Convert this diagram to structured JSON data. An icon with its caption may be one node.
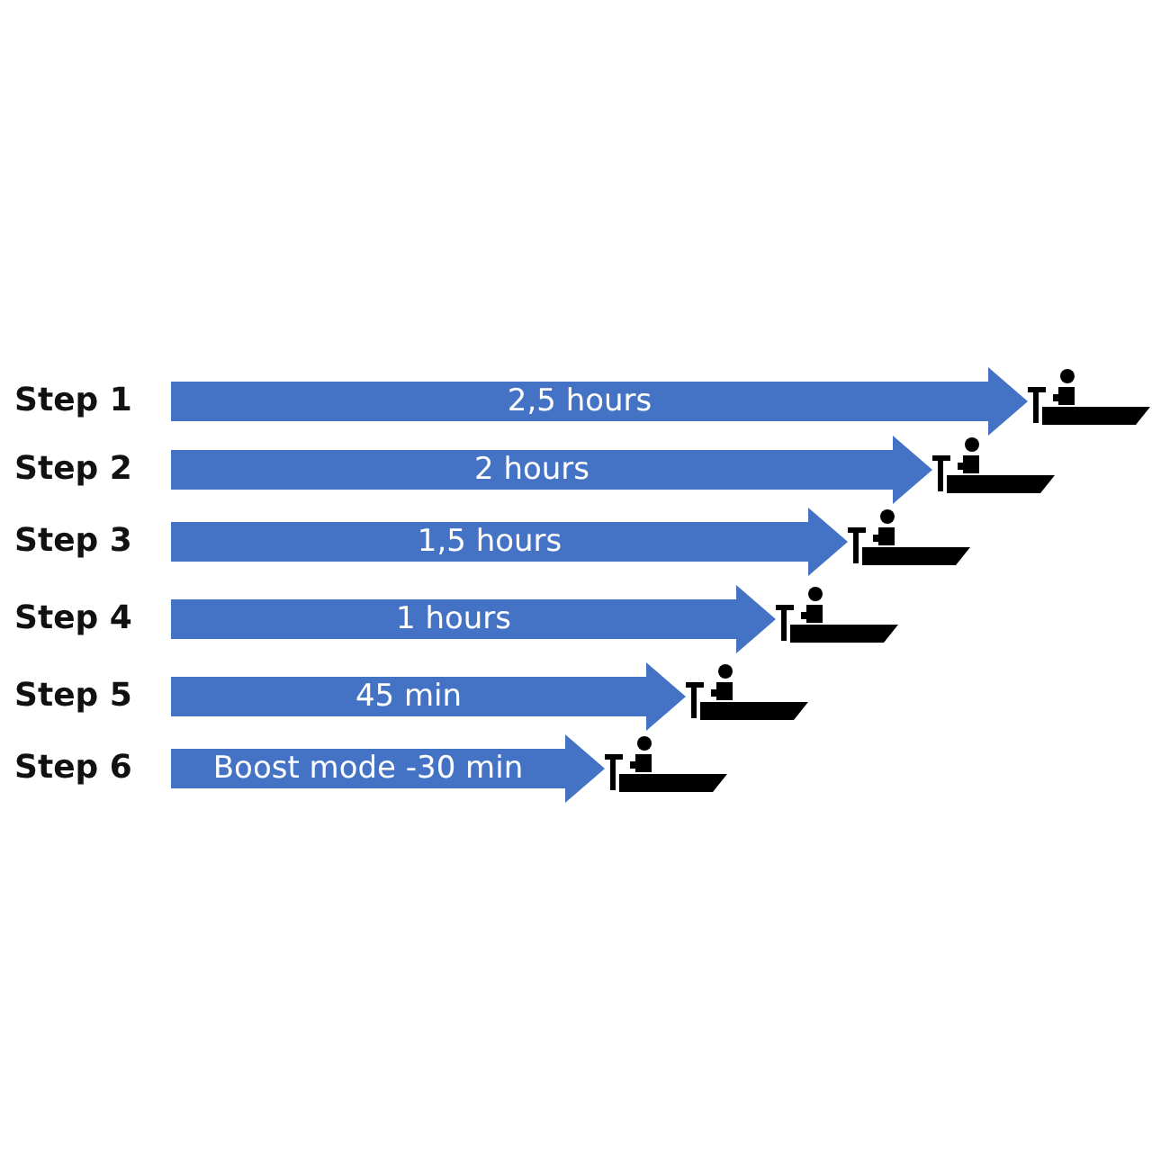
{
  "diagram": {
    "nodes": [
      {
        "text": [],
        "shape": "picture"
      },
      {
        "text": [],
        "shape": "picture"
      },
      {
        "text": [],
        "shape": "picture"
      },
      {
        "text": [],
        "shape": "picture"
      },
      {
        "text": [],
        "shape": "picture"
      },
      {
        "text": [],
        "shape": "picture"
      }
    ],
    "edges": [
      {
        "from": null,
        "to": 0,
        "arrow": "to",
        "label": "2,5 hours"
      },
      {
        "from": null,
        "to": 1,
        "arrow": "to",
        "label": "2 hours"
      },
      {
        "from": null,
        "to": 2,
        "arrow": "to",
        "label": "1,5 hours"
      },
      {
        "from": null,
        "to": 3,
        "arrow": "to",
        "label": "1 hours"
      },
      {
        "from": null,
        "to": 4,
        "arrow": "to",
        "label": "45 min"
      },
      {
        "from": null,
        "to": 5,
        "arrow": "to",
        "label": "Boost mode -30 min"
      }
    ],
    "labels": [
      "Step 1",
      "Step 2",
      "Step 3",
      "Step 4",
      "Step 5",
      "Step 6"
    ]
  }
}
